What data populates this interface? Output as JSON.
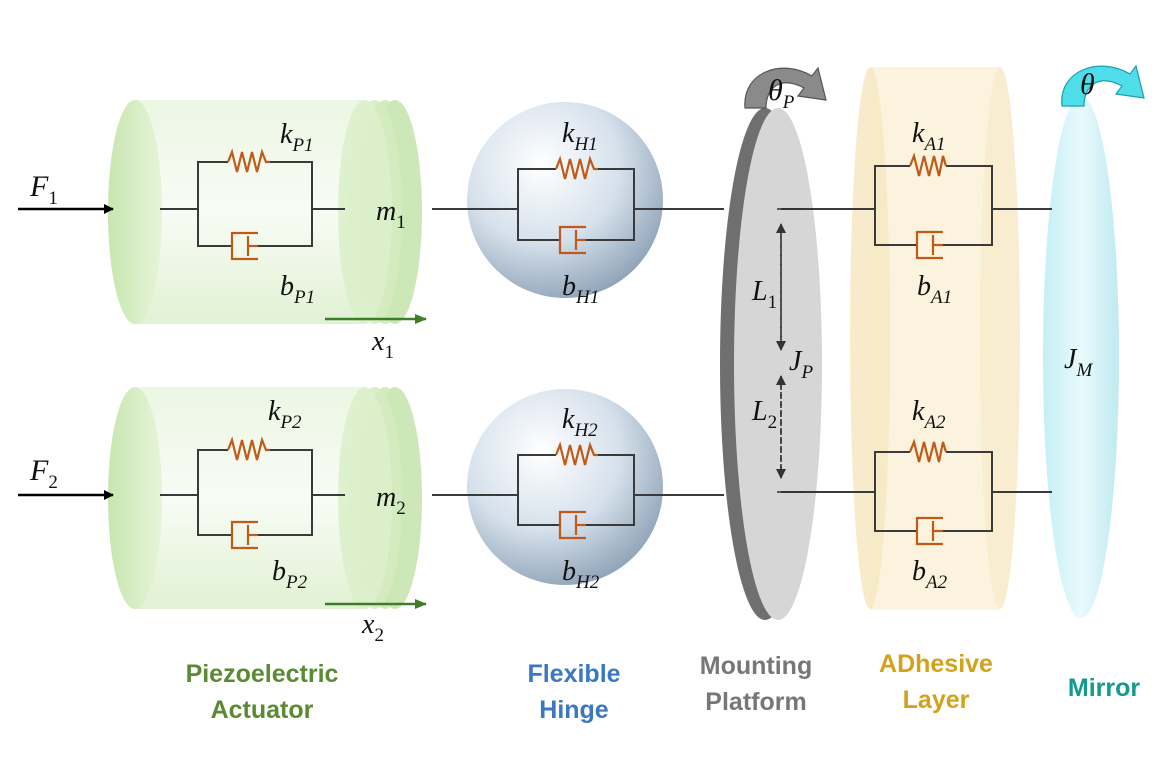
{
  "components": {
    "actuator": {
      "caption": [
        "Piezoelectric",
        "Actuator"
      ],
      "color": "#5a8a32",
      "units": [
        {
          "force": "F",
          "force_sub": "1",
          "k": "k",
          "k_sub": "P1",
          "b": "b",
          "b_sub": "P1",
          "m": "m",
          "m_sub": "1",
          "x": "x",
          "x_sub": "1"
        },
        {
          "force": "F",
          "force_sub": "2",
          "k": "k",
          "k_sub": "P2",
          "b": "b",
          "b_sub": "P2",
          "m": "m",
          "m_sub": "2",
          "x": "x",
          "x_sub": "2"
        }
      ]
    },
    "hinge": {
      "caption": [
        "Flexible",
        "Hinge"
      ],
      "color": "#3b78c2",
      "units": [
        {
          "k": "k",
          "k_sub": "H1",
          "b": "b",
          "b_sub": "H1"
        },
        {
          "k": "k",
          "k_sub": "H2",
          "b": "b",
          "b_sub": "H2"
        }
      ]
    },
    "platform": {
      "caption": [
        "Mounting",
        "Platform"
      ],
      "color": "#777777",
      "rotation": "θ",
      "rotation_sub": "P",
      "inertia": "J",
      "inertia_sub": "P",
      "l1": "L",
      "l1_sub": "1",
      "l2": "L",
      "l2_sub": "2"
    },
    "adhesive": {
      "caption": [
        "ADhesive",
        "Layer"
      ],
      "color": "#d4a21a",
      "units": [
        {
          "k": "k",
          "k_sub": "A1",
          "b": "b",
          "b_sub": "A1"
        },
        {
          "k": "k",
          "k_sub": "A2",
          "b": "b",
          "b_sub": "A2"
        }
      ]
    },
    "mirror": {
      "caption": [
        "Mirror"
      ],
      "color": "#14998f",
      "rotation": "θ",
      "inertia": "J",
      "inertia_sub": "M"
    }
  },
  "colors": {
    "spring": "#c05a18",
    "wire": "#3a3a3a",
    "displacement_arrow": "#3d7f28",
    "platform_arrow": "#6e6e6e",
    "mirror_arrow": "#2cc7d6"
  }
}
